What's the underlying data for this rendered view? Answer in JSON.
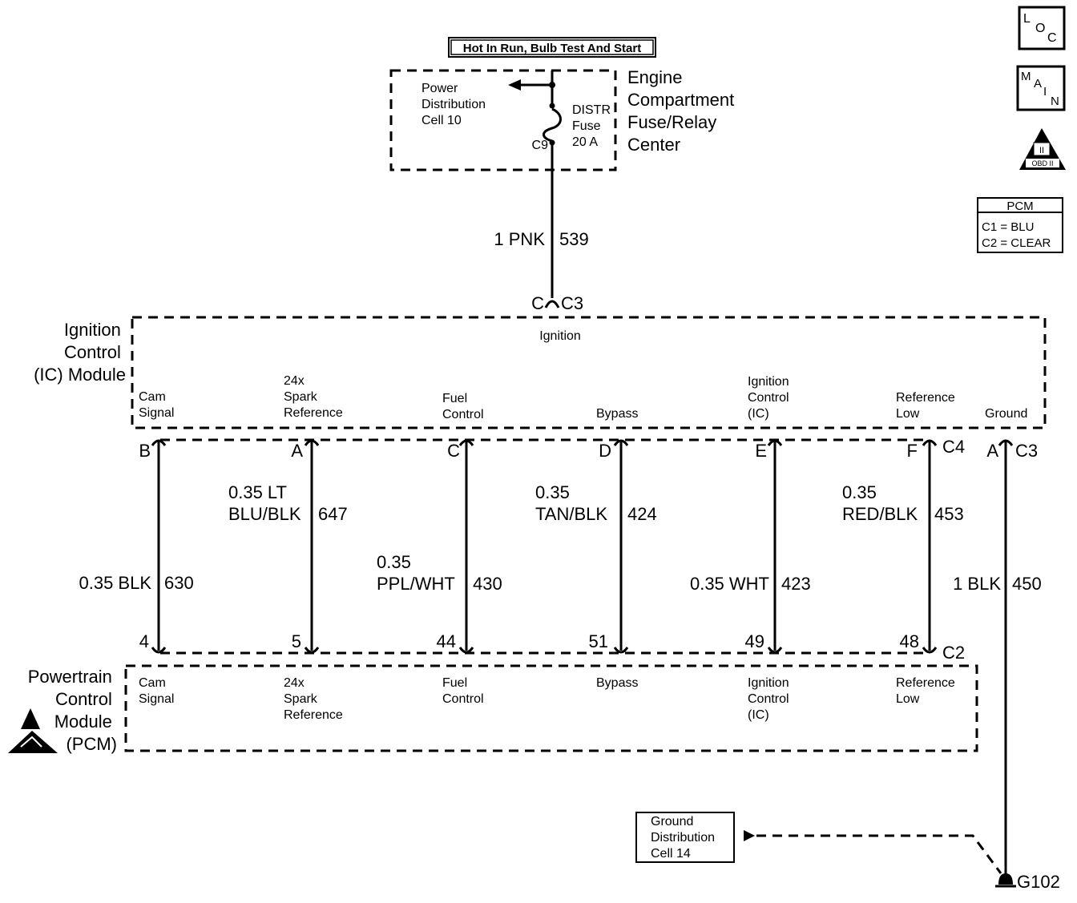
{
  "header_box": "Hot In Run, Bulb Test And Start",
  "fuse_center": {
    "title_lines": [
      "Engine",
      "Compartment",
      "Fuse/Relay",
      "Center"
    ],
    "power_dist_lines": [
      "Power",
      "Distribution",
      "Cell 10"
    ],
    "fuse_lines": [
      "DISTR",
      "Fuse",
      "20 A"
    ],
    "connector": "C9"
  },
  "feed_wire": {
    "gauge_color": "1 PNK",
    "circuit": "539"
  },
  "ic_connector": {
    "pin": "C",
    "name": "C3"
  },
  "ic_module": {
    "title_lines": [
      "Ignition",
      "Control",
      "(IC) Module"
    ],
    "ignition_label": "Ignition",
    "terminals": [
      [
        "Cam",
        "Signal"
      ],
      [
        "24x",
        "Spark",
        "Reference"
      ],
      [
        "Fuel",
        "Control"
      ],
      [
        "Bypass"
      ],
      [
        "Ignition",
        "Control",
        "(IC)"
      ],
      [
        "Reference",
        "Low"
      ],
      [
        "Ground"
      ]
    ]
  },
  "c4_connector": "C4",
  "c3_connector": "C3",
  "c2_connector": "C2",
  "wires": [
    {
      "top_pin": "B",
      "bottom_pin": "4",
      "label_lines": [
        "0.35 BLK"
      ],
      "circuit": "630"
    },
    {
      "top_pin": "A",
      "bottom_pin": "5",
      "label_lines": [
        "0.35 LT",
        "BLU/BLK"
      ],
      "circuit": "647"
    },
    {
      "top_pin": "C",
      "bottom_pin": "44",
      "label_lines": [
        "0.35",
        "PPL/WHT"
      ],
      "circuit": "430"
    },
    {
      "top_pin": "D",
      "bottom_pin": "51",
      "label_lines": [
        "0.35",
        "TAN/BLK"
      ],
      "circuit": "424"
    },
    {
      "top_pin": "E",
      "bottom_pin": "49",
      "label_lines": [
        "0.35 WHT"
      ],
      "circuit": "423"
    },
    {
      "top_pin": "F",
      "bottom_pin": "48",
      "label_lines": [
        "0.35",
        "RED/BLK"
      ],
      "circuit": "453"
    }
  ],
  "ground_wire": {
    "top_pin": "A",
    "label": "1 BLK",
    "circuit": "450"
  },
  "pcm": {
    "title_lines": [
      "Powertrain",
      "Control",
      "Module",
      "(PCM)"
    ],
    "terminals": [
      [
        "Cam",
        "Signal"
      ],
      [
        "24x",
        "Spark",
        "Reference"
      ],
      [
        "Fuel",
        "Control"
      ],
      [
        "Bypass"
      ],
      [
        "Ignition",
        "Control",
        "(IC)"
      ],
      [
        "Reference",
        "Low"
      ]
    ]
  },
  "ground_ref": {
    "box_lines": [
      "Ground",
      "Distribution",
      "Cell 14"
    ],
    "ground_name": "G102"
  },
  "side_icons": {
    "loc": [
      "L",
      "O",
      "C"
    ],
    "main": [
      "M",
      "A",
      "I",
      "N"
    ],
    "obd_lines": [
      "II",
      "OBD II"
    ],
    "pcm_legend": [
      "PCM",
      "C1 = BLU",
      "C2 = CLEAR"
    ]
  }
}
